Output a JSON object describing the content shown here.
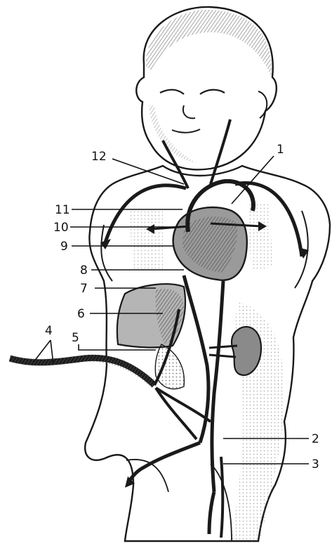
{
  "labels": {
    "l1": "1",
    "l2": "2",
    "l3": "3",
    "l4": "4",
    "l5": "5",
    "l6": "6",
    "l7": "7",
    "l8": "8",
    "l9": "9",
    "l10": "10",
    "l11": "11",
    "l12": "12"
  },
  "colors": {
    "ink": "#1a1a1a",
    "skin_shade": "#9a9a9a",
    "organ_fill": "#8a8a8a",
    "background": "#ffffff"
  }
}
